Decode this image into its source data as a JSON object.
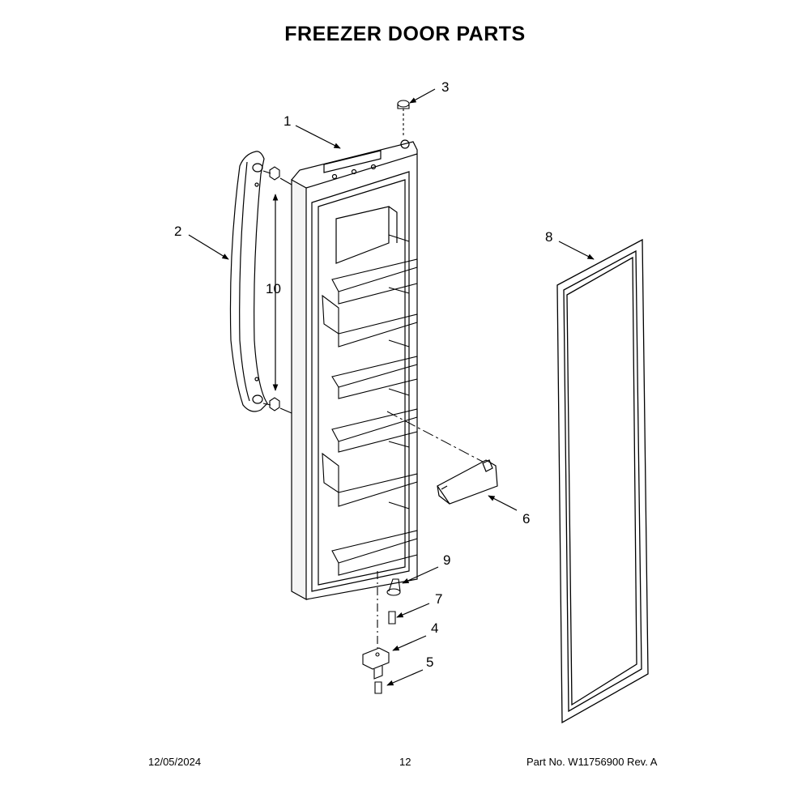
{
  "title": "FREEZER DOOR PARTS",
  "footer": {
    "date": "12/05/2024",
    "page_number": "12",
    "part_number": "Part No.  W11756900  Rev.  A"
  },
  "callouts": {
    "c1": "1",
    "c2": "2",
    "c3": "3",
    "c4": "4",
    "c5": "5",
    "c6": "6",
    "c7": "7",
    "c8": "8",
    "c9": "9",
    "c10": "10"
  }
}
